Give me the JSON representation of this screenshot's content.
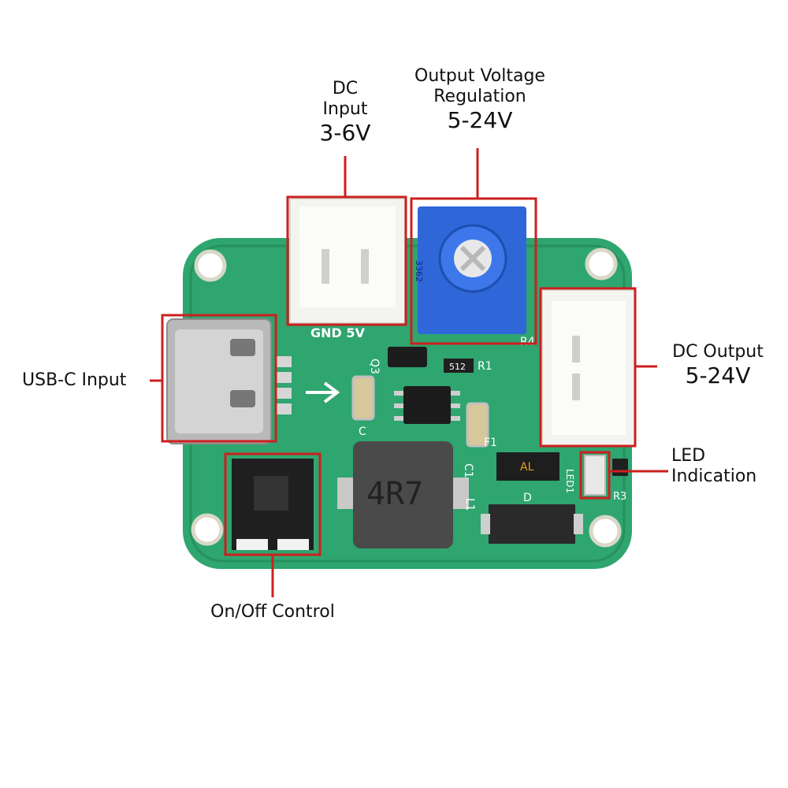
{
  "colors": {
    "pcb": "#2fa56f",
    "pcb_dark": "#1f8a5a",
    "callout": "#cc1f1f",
    "connector": "#f2f2ee",
    "potentiometer": "#2f66d8",
    "chip": "#1c1c1c",
    "inductor": "#4a4a4a"
  },
  "callouts": {
    "dc_input": {
      "line1": "DC",
      "line2": "Input",
      "value": "3-6V"
    },
    "voltage_regulation": {
      "line1": "Output Voltage",
      "line2": "Regulation",
      "value": "5-24V"
    },
    "usb_c_input": {
      "label": "USB-C Input"
    },
    "dc_output": {
      "label": "DC Output",
      "value": "5-24V"
    },
    "led_indication": {
      "line1": "LED",
      "line2": "Indication"
    },
    "onoff_control": {
      "label": "On/Off Control"
    }
  },
  "board_marks": {
    "gnd_5v": "GND  5V",
    "inductor_code": "4R7",
    "potentiometer_code": "3362",
    "resistor_code": "512",
    "diode_code": "AL",
    "refs": {
      "q3": "Q3",
      "r1": "R1",
      "r4": "R4",
      "c1": "C1",
      "l1": "L1",
      "f1": "F1",
      "d": "D",
      "led1": "LED1",
      "r3": "R3",
      "c": "C"
    }
  }
}
